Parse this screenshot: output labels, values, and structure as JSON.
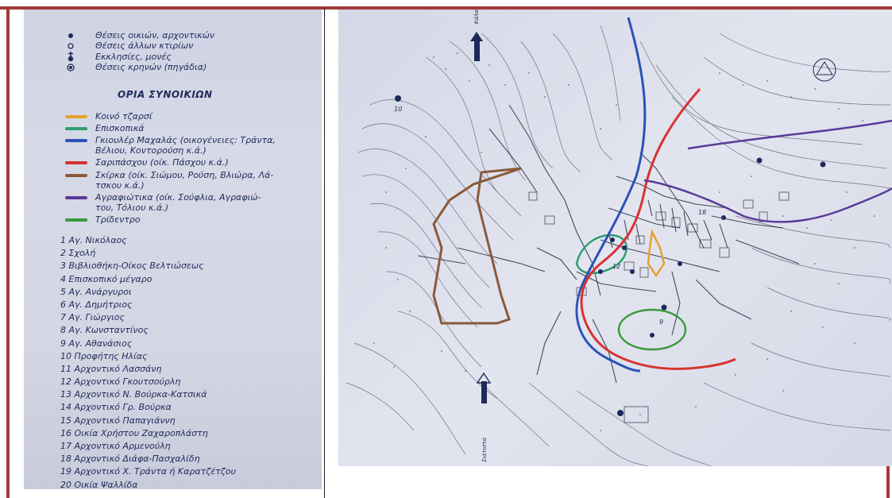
{
  "legend": {
    "symbols": [
      {
        "icon": "filled-dot-icon",
        "label": "Θέσεις οικιών, αρχοντικών"
      },
      {
        "icon": "hollow-dot-icon",
        "label": "Θέσεις άλλων κτιρίων"
      },
      {
        "icon": "church-icon",
        "label": "Εκκλησίες, μονές"
      },
      {
        "icon": "well-icon",
        "label": "Θέσεις κρηνών (πηγάδια)"
      }
    ],
    "heading": "ΟΡΙΑ ΣΥΝΟΙΚΙΩΝ",
    "neighborhoods": [
      {
        "color": "#e8a030",
        "lines": [
          "Κοινό τζαρσί"
        ]
      },
      {
        "color": "#2f9e6e",
        "lines": [
          "Επισκοπικά"
        ]
      },
      {
        "color": "#2a52b8",
        "lines": [
          "Γκιουλέρ Μαχαλάς (οικογένειες: Τράντα,",
          "Βέλιου, Κοντορούση κ.ά.)"
        ]
      },
      {
        "color": "#d83232",
        "lines": [
          "Σαριπάσχου (οίκ. Πάσχου κ.ά.)"
        ]
      },
      {
        "color": "#8a5a3a",
        "lines": [
          "Σκίρκα (οίκ. Σιώμου, Ρούση, Βλιώρα, Λά-",
          "τσκου κ.ά.)"
        ]
      },
      {
        "color": "#5a3a9a",
        "lines": [
          "Αγραφιώτικα (οίκ. Σούφλια, Αγραφιώ-",
          "του, Τόλιου κ.ά.)"
        ]
      },
      {
        "color": "#3c9a3c",
        "lines": [
          "Τρίδεντρο"
        ]
      }
    ],
    "places": [
      "1 Αγ. Νικόλαος",
      "2 Σχολή",
      "3 Βιβλιοθήκη-Οίκος Βελτιώσεως",
      "4 Επισκοπικό μέγαρο",
      "5 Αγ. Ανάργυροι",
      "6 Αγ. Δημήτριος",
      "7 Αγ. Γιώργιος",
      "8 Αγ. Κωνσταντίνος",
      "9 Αγ. Αθανάσιος",
      "10 Προφήτης Ηλίας",
      "11 Αρχοντικό Λασσάνη",
      "12 Αρχοντικό Γκουτσούρλη",
      "13 Αρχοντικό Ν. Βούρκα-Κατσικά",
      "14 Αρχοντικό Γρ. Βούρκα",
      "15 Αρχοντικό Παπαγιάννη",
      "16 Οικία Χρήστου Ζαχαροπλάστη",
      "17 Αρχοντικό Αρμενούλη",
      "18 Αρχοντικό Διάφα-Πασχαλίδη",
      "19 Αρχοντικό Χ. Τράντα ή Καρατζέτζου",
      "20 Οικία Ψαλλίδα"
    ]
  },
  "map": {
    "north_arrow_label": "Κάλαρ. Κόζάνη",
    "south_arrow_label": "Σιάτιστα",
    "map_numbers": [
      "10",
      "18",
      "12",
      "9"
    ]
  },
  "colors": {
    "frame": "#a53a3a",
    "ink": "#1e2a5a"
  }
}
